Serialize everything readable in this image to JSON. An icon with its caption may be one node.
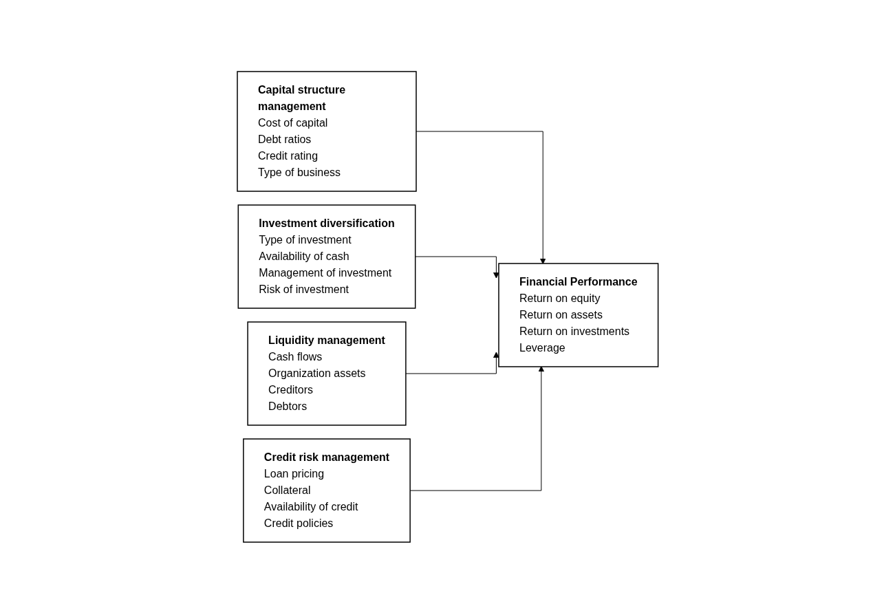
{
  "diagram": {
    "nodes": [
      {
        "text": [
          "Capital structure management",
          "Cost of capital",
          "Debt ratios",
          "Credit rating",
          "Type of business"
        ]
      },
      {
        "text": [
          "Investment diversification",
          "Type of investment",
          "Availability of cash",
          "Management of investment",
          "Risk of investment"
        ]
      },
      {
        "text": [
          "Liquidity management",
          "Cash flows",
          "Organization assets",
          "Creditors",
          "Debtors"
        ]
      },
      {
        "text": [
          "Credit risk management",
          "Loan pricing",
          "Collateral",
          "Availability of credit",
          "Credit policies"
        ]
      },
      {
        "text": [
          "Financial Performance",
          "Return on equity",
          "Return on assets",
          "Return on investments",
          "Leverage"
        ]
      }
    ],
    "edges": [
      {
        "from": 0,
        "to": 4,
        "arrow": "to"
      },
      {
        "from": 1,
        "to": 4,
        "arrow": "to"
      },
      {
        "from": 2,
        "to": 4,
        "arrow": "to"
      },
      {
        "from": 3,
        "to": 4,
        "arrow": "to"
      }
    ]
  }
}
